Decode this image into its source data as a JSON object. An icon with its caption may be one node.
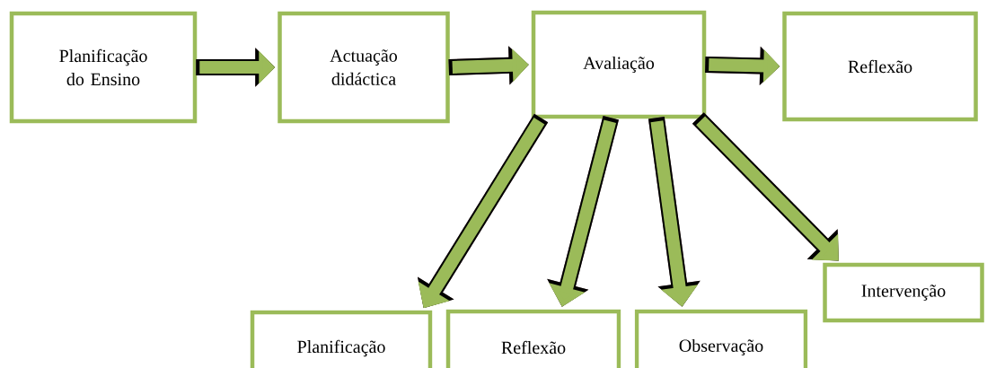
{
  "diagram": {
    "nodes": [
      {
        "text": [
          "Planificação do Ensino"
        ]
      },
      {
        "text": [
          "Actuação didáctica"
        ]
      },
      {
        "text": [
          "Avaliação"
        ]
      },
      {
        "text": [
          "Reflexão"
        ]
      },
      {
        "text": [
          "Planificação"
        ]
      },
      {
        "text": [
          "Reflexão"
        ]
      },
      {
        "text": [
          "Observação"
        ]
      },
      {
        "text": [
          "Intervenção"
        ]
      }
    ],
    "edges": [
      {
        "from": 0,
        "to": 1,
        "arrow": "to"
      },
      {
        "from": 1,
        "to": 2,
        "arrow": "to"
      },
      {
        "from": 2,
        "to": 3,
        "arrow": "to"
      },
      {
        "from": 2,
        "to": 4,
        "arrow": "to"
      },
      {
        "from": 2,
        "to": 5,
        "arrow": "to"
      },
      {
        "from": 2,
        "to": 6,
        "arrow": "to"
      },
      {
        "from": 2,
        "to": 7,
        "arrow": "to"
      }
    ]
  }
}
